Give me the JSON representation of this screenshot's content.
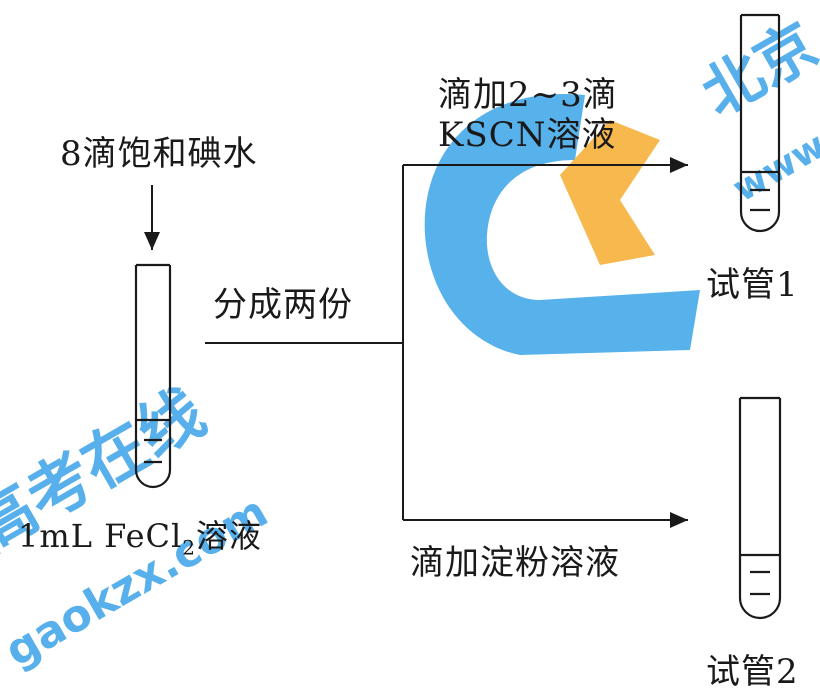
{
  "reagent_iodine": "8滴饱和碘水",
  "solution_fecl2": {
    "prefix": "1mL FeCl",
    "subscript": "2",
    "suffix": "溶液"
  },
  "split_label": "分成两份",
  "branch_top": {
    "line1": "滴加2~3滴",
    "line2": "KSCN溶液"
  },
  "branch_bottom": "滴加淀粉溶液",
  "tube1_label": "试管1",
  "tube2_label": "试管2",
  "watermark": {
    "cn_top": "北京",
    "cn_bottom": "高考在线",
    "url_top": "www",
    "url_bottom": "gaokzx.com",
    "blue": "#3aa3e8",
    "orange": "#f6b13a"
  },
  "colors": {
    "ink": "#1a1a1a"
  }
}
